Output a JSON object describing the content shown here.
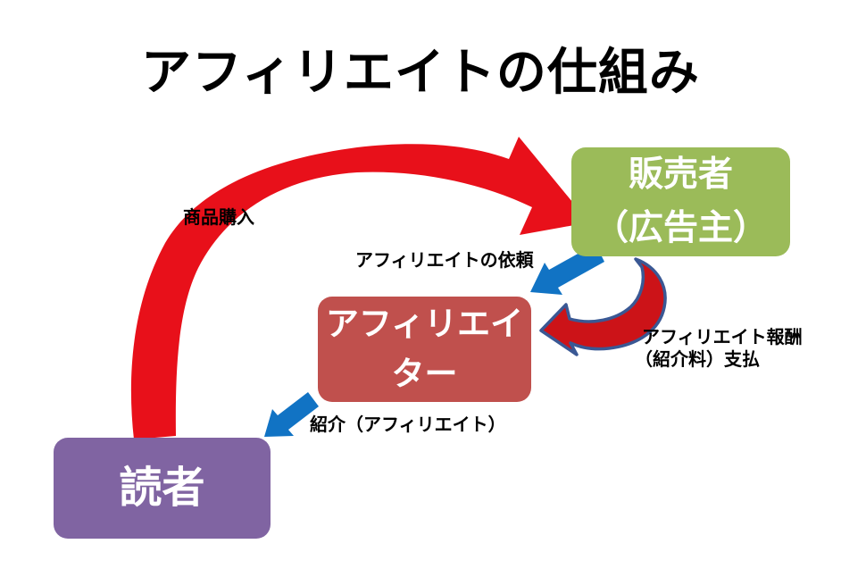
{
  "title": "アフィリエイトの仕組み",
  "nodes": {
    "seller": {
      "line1": "販売者",
      "line2": "（広告主）"
    },
    "affiliater": {
      "line1": "アフィリエイ",
      "line2": "ター"
    },
    "reader": {
      "label": "読者"
    }
  },
  "labels": {
    "purchase": "商品購入",
    "request": "アフィリエイトの依頼",
    "reward_line1": "アフィリエイト報酬",
    "reward_line2": "（紹介料）支払",
    "referral": "紹介（アフィリエイト）"
  },
  "colors": {
    "seller_box": "#9BBB59",
    "affiliater_box": "#C0504D",
    "reader_box": "#8064A2",
    "box_text": "#FFFFFF",
    "label_text": "#000000",
    "purchase_arrow": "#E8101A",
    "reward_arrow_fill": "#CC1318",
    "reward_arrow_outline": "#3A5894",
    "blue_arrow": "#1173C4"
  }
}
